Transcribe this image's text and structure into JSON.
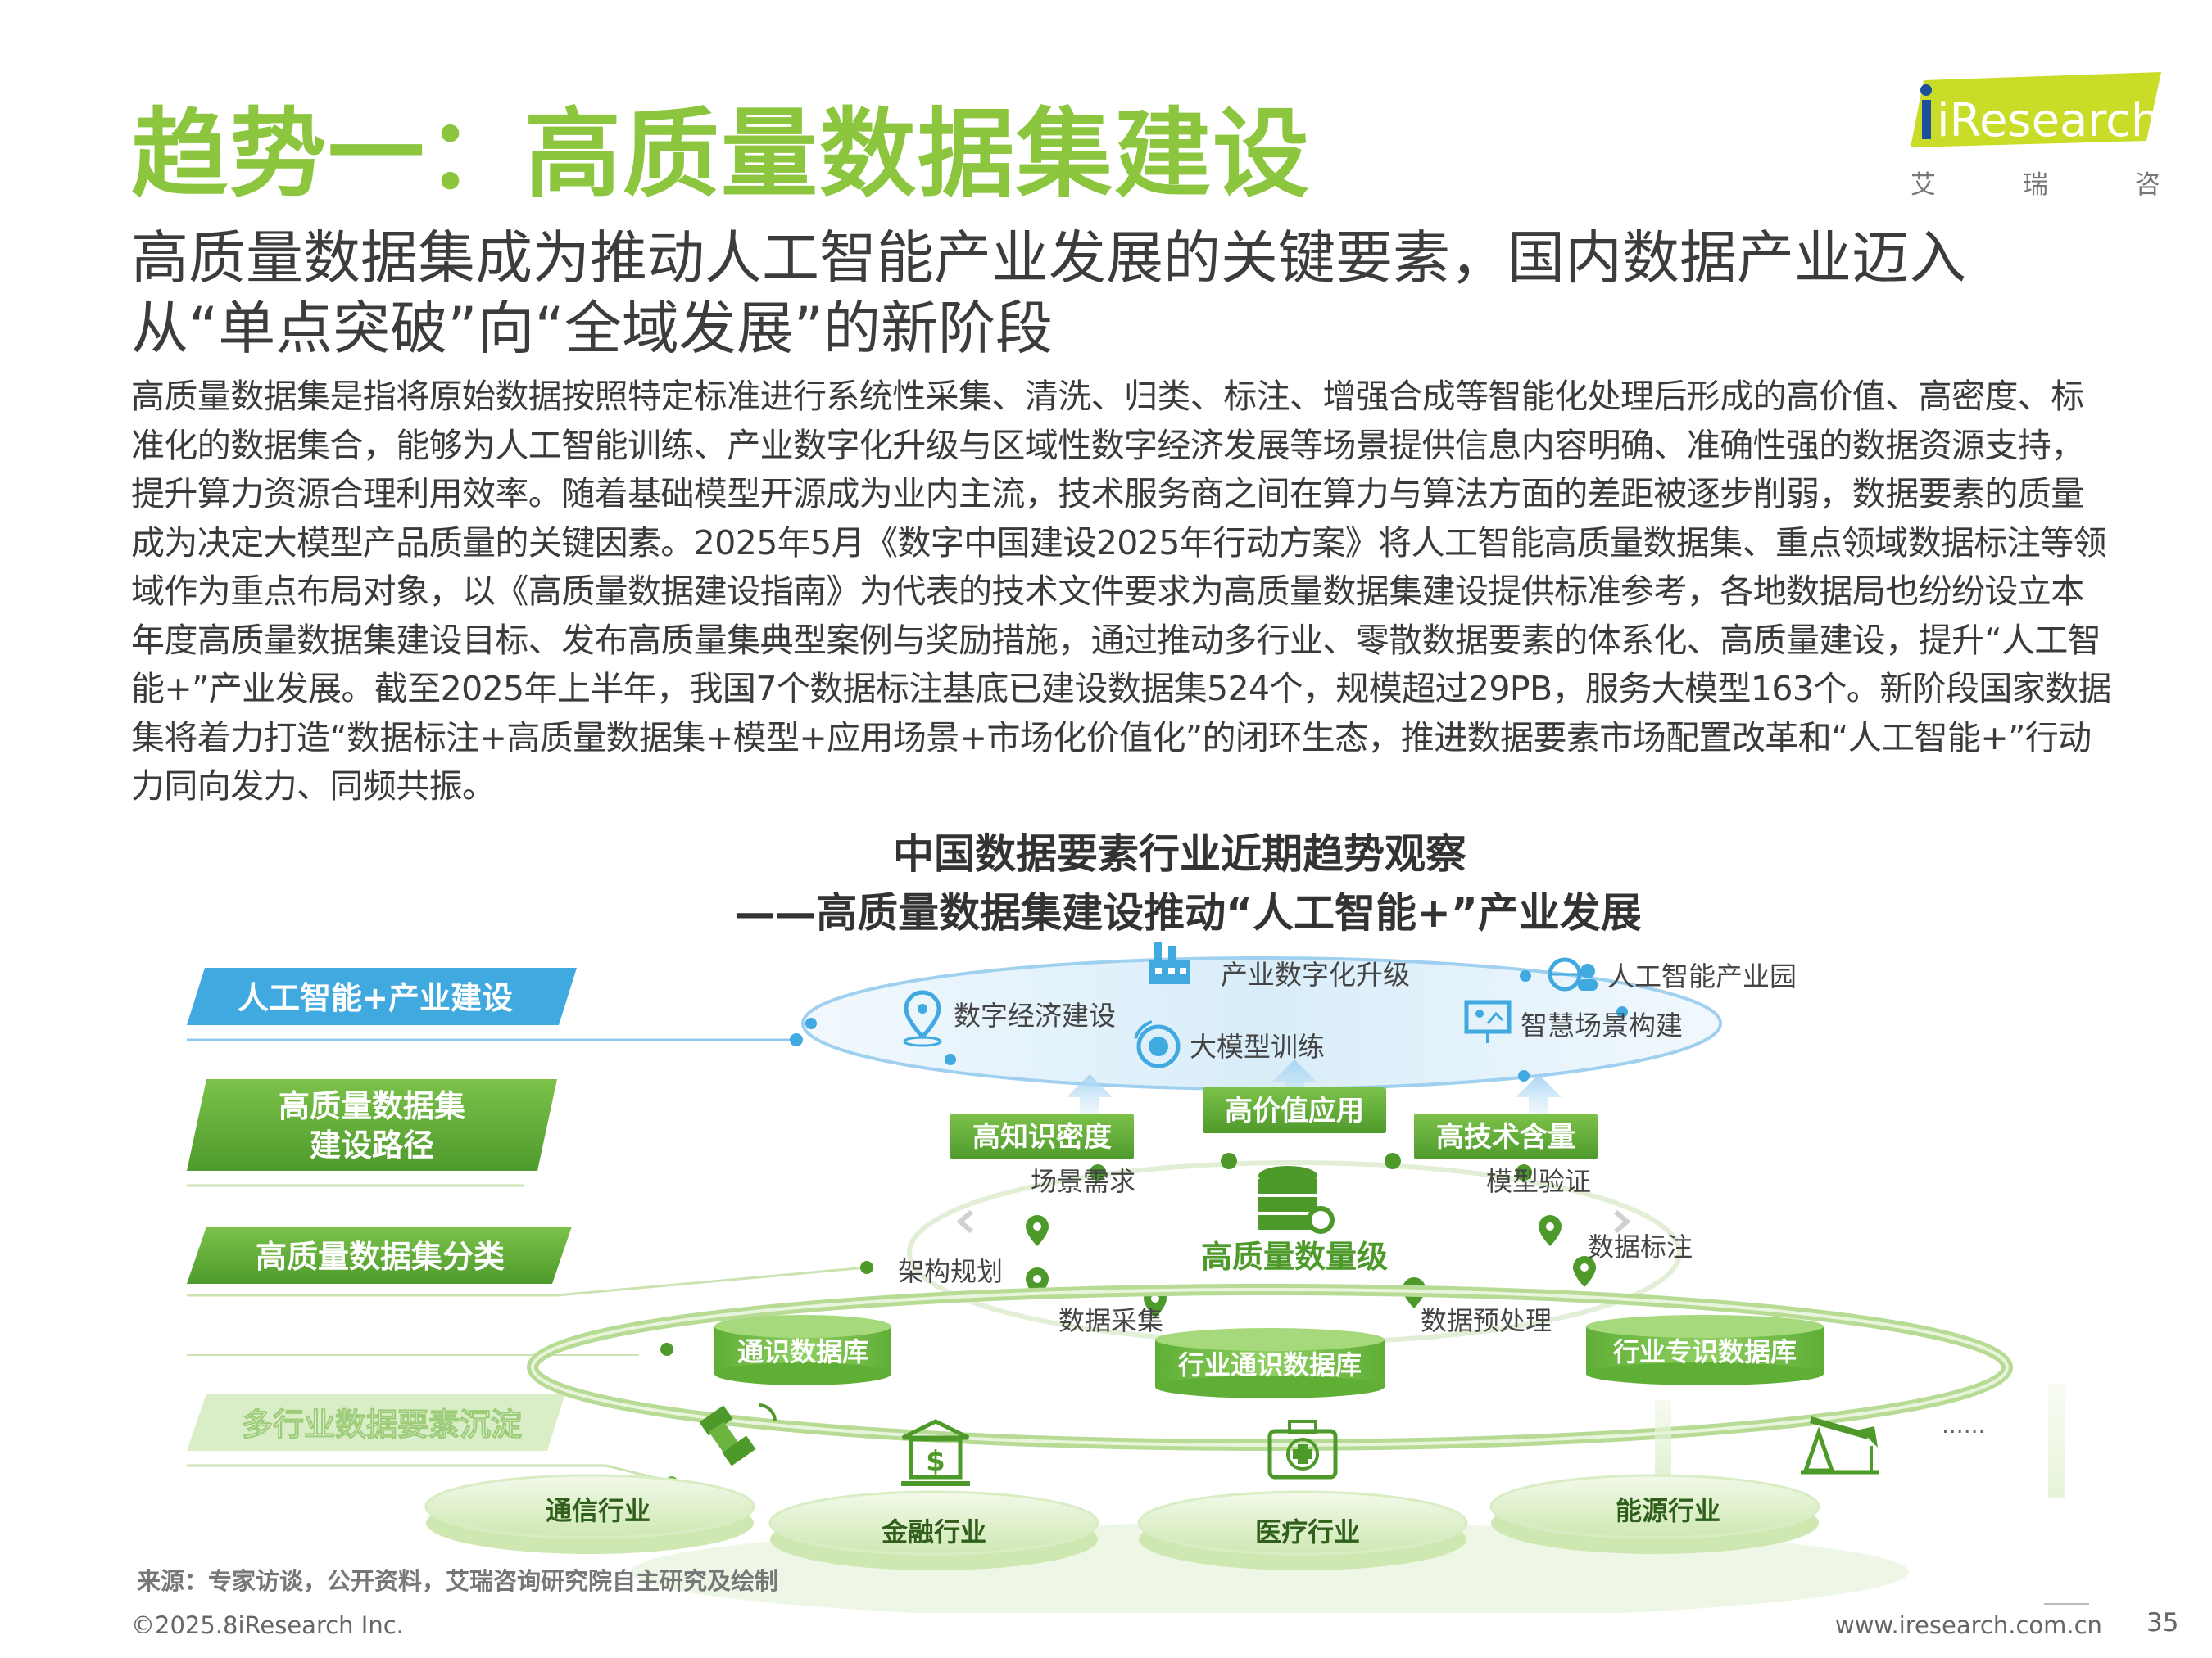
{
  "header": {
    "title": "趋势一：高质量数据集建设",
    "subtitle": "高质量数据集成为推动人工智能产业发展的关键要素，国内数据产业迈入从“单点突破”向“全域发展”的新阶段"
  },
  "logo": {
    "brand": "iResearch",
    "tagline": "艾 瑞 咨 询",
    "accent": "#c8dc28"
  },
  "body": {
    "paragraph": "高质量数据集是指将原始数据按照特定标准进行系统性采集、清洗、归类、标注、增强合成等智能化处理后形成的高价值、高密度、标准化的数据集合，能够为人工智能训练、产业数字化升级与区域性数字经济发展等场景提供信息内容明确、准确性强的数据资源支持，提升算力资源合理利用效率。随着基础模型开源成为业内主流，技术服务商之间在算力与算法方面的差距被逐步削弱，数据要素的质量成为决定大模型产品质量的关键因素。2025年5月《数字中国建设2025年行动方案》将人工智能高质量数据集、重点领域数据标注等领域作为重点布局对象，以《高质量数据建设指南》为代表的技术文件要求为高质量数据集建设提供标准参考，各地数据局也纷纷设立本年度高质量数据集建设目标、发布高质量集典型案例与奖励措施，通过推动多行业、零散数据要素的体系化、高质量建设，提升“人工智能+”产业发展。截至2025年上半年，我国7个数据标注基底已建设数据集524个，规模超过29PB，服务大模型163个。新阶段国家数据集将着力打造“数据标注+高质量数据集+模型+应用场景+市场化价值化”的闭环生态，推进数据要素市场配置改革和“人工智能+”行动力同向发力、同频共振。"
  },
  "figure": {
    "title_line1": "中国数据要素行业近期趋势观察",
    "title_line2": "——高质量数据集建设推动“人工智能+”产业发展",
    "left_labels": [
      "人工智能+产业建设",
      "高质量数据集\n建设路径",
      "高质量数据集分类",
      "多行业数据要素沉淀"
    ],
    "top_items": {
      "industry_digital": "产业数字化升级",
      "ai_park": "人工智能产业园",
      "digital_economy": "数字经济建设",
      "smart_scene": "智慧场景构建",
      "llm_training": "大模型训练"
    },
    "badges": {
      "high_value": "高价值应用",
      "high_knowledge": "高知识密度",
      "high_tech": "高技术含量"
    },
    "center_label": "高质量数量级",
    "path_steps": {
      "scene_demand": "场景需求",
      "model_validation": "模型验证",
      "architecture": "架构规划",
      "data_labeling": "数据标注",
      "data_collection": "数据采集",
      "data_preprocess": "数据预处理"
    },
    "databases": {
      "general": "通识数据库",
      "industry_general": "行业通识数据库",
      "industry_special": "行业专识数据库"
    },
    "industries": {
      "telecom": "通信行业",
      "finance": "金融行业",
      "medical": "医疗行业",
      "energy": "能源行业",
      "more": "......"
    },
    "colors": {
      "green": "#6db33f",
      "dark_green": "#4d9a2a",
      "blue": "#3fa9e0",
      "pale_green": "#dcefc4"
    }
  },
  "footer": {
    "source": "来源：专家访谈，公开资料，艾瑞咨询研究院自主研究及绘制",
    "copyright": "©2025.8iResearch Inc.",
    "website": "www.iresearch.com.cn",
    "page": "35"
  }
}
